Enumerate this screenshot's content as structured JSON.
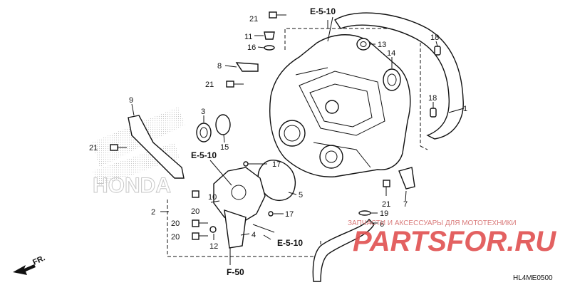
{
  "diagram": {
    "callouts": [
      {
        "id": "c1",
        "text": "1"
      },
      {
        "id": "c2",
        "text": "2"
      },
      {
        "id": "c3",
        "text": "3"
      },
      {
        "id": "c4",
        "text": "4"
      },
      {
        "id": "c5",
        "text": "5"
      },
      {
        "id": "c6",
        "text": "6"
      },
      {
        "id": "c7",
        "text": "7"
      },
      {
        "id": "c8",
        "text": "8"
      },
      {
        "id": "c9",
        "text": "9"
      },
      {
        "id": "c10",
        "text": "10"
      },
      {
        "id": "c11",
        "text": "11"
      },
      {
        "id": "c12",
        "text": "12"
      },
      {
        "id": "c13",
        "text": "13"
      },
      {
        "id": "c14",
        "text": "14"
      },
      {
        "id": "c15",
        "text": "15"
      },
      {
        "id": "c16",
        "text": "16"
      },
      {
        "id": "c17a",
        "text": "17"
      },
      {
        "id": "c17b",
        "text": "17"
      },
      {
        "id": "c18a",
        "text": "18"
      },
      {
        "id": "c18b",
        "text": "18"
      },
      {
        "id": "c19",
        "text": "19"
      },
      {
        "id": "c20a",
        "text": "20"
      },
      {
        "id": "c20b",
        "text": "20"
      },
      {
        "id": "c20c",
        "text": "20"
      },
      {
        "id": "c21a",
        "text": "21"
      },
      {
        "id": "c21b",
        "text": "21"
      },
      {
        "id": "c21c",
        "text": "21"
      },
      {
        "id": "c21d",
        "text": "21"
      }
    ],
    "references": {
      "e510_top": "E-5-10",
      "e510_left": "E-5-10",
      "e510_bottom": "E-5-10",
      "f50": "F-50"
    },
    "front_marker": "FR.",
    "honda_logo_text": "HONDA",
    "diagram_code": "HL4ME0500"
  },
  "watermark": {
    "tagline": "ЗАПЧАСТИ И АКСЕССУАРЫ ДЛЯ МОТОТЕХНИКИ",
    "brand": "PARTSFOR.RU",
    "color": "#e05050"
  }
}
